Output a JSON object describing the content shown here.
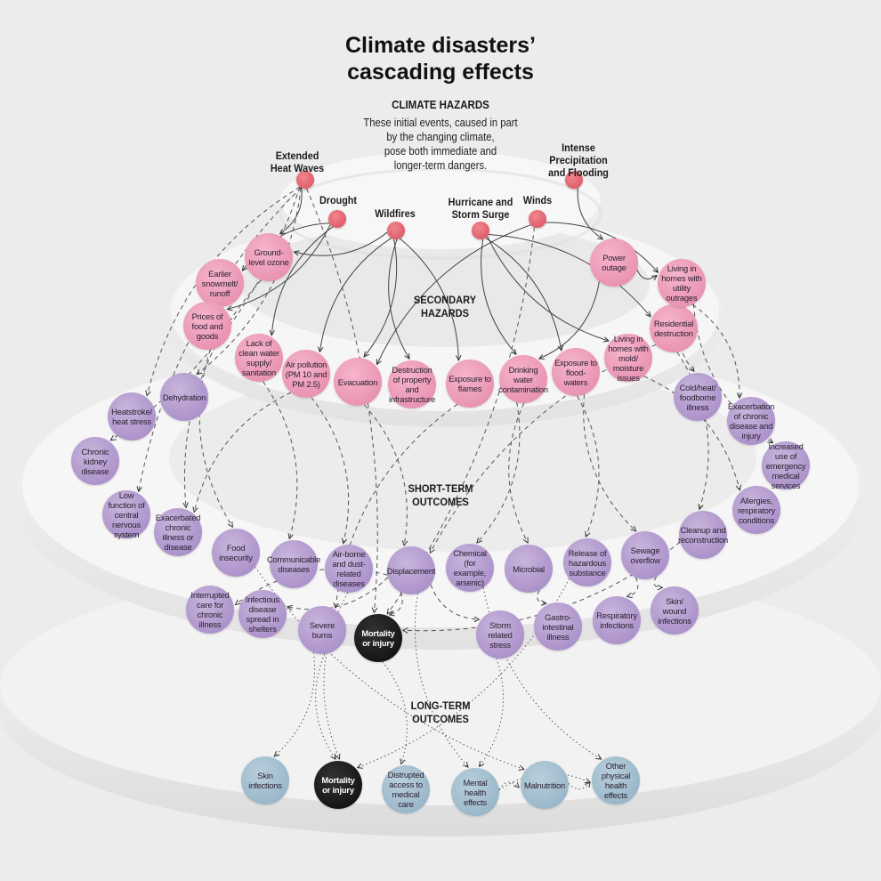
{
  "title": "Climate disasters’ cascading effects",
  "colors": {
    "background": "#ececec",
    "hazard": "#e05a66",
    "secondary": "#ea9ab7",
    "short_term": "#b39ad0",
    "long_term": "#a4bfd0",
    "mortality": "#111111"
  },
  "sections": {
    "climate_hazards": {
      "label": "CLIMATE HAZARDS",
      "description": [
        "These initial events, caused in part",
        "by the changing climate,",
        "pose both immediate and",
        "longer-term dangers."
      ]
    },
    "secondary_hazards": {
      "label": [
        "SECONDARY",
        "HAZARDS"
      ]
    },
    "short_term_outcomes": {
      "label": [
        "SHORT-TERM",
        "OUTCOMES"
      ]
    },
    "long_term_outcomes": {
      "label": [
        "LONG-TERM",
        "OUTCOMES"
      ]
    }
  },
  "hazards": [
    {
      "id": "heat",
      "label": [
        "Extended",
        "Heat Waves"
      ]
    },
    {
      "id": "drought",
      "label": [
        "Drought"
      ]
    },
    {
      "id": "wildfires",
      "label": [
        "Wildfires"
      ]
    },
    {
      "id": "hurricane",
      "label": [
        "Hurricane and",
        "Storm Surge"
      ]
    },
    {
      "id": "winds",
      "label": [
        "Winds"
      ]
    },
    {
      "id": "flood",
      "label": [
        "Intense",
        "Precipitation",
        "and Flooding"
      ]
    }
  ],
  "secondary_hazards": [
    {
      "id": "ozone",
      "label": "Ground-level ozone"
    },
    {
      "id": "snowmelt",
      "label": "Earlier snowmelt/ runoff"
    },
    {
      "id": "prices",
      "label": "Prices of food and goods"
    },
    {
      "id": "cleanwater",
      "label": "Lack of clean water supply/ sanitation"
    },
    {
      "id": "airpollution",
      "label": "Air pollution (PM 10 and PM 2.5)"
    },
    {
      "id": "evacuation",
      "label": "Evacuation"
    },
    {
      "id": "destruction",
      "label": "Destruction of property and infrastructure"
    },
    {
      "id": "flames",
      "label": "Exposure to flames"
    },
    {
      "id": "drinking",
      "label": "Drinking water contamination"
    },
    {
      "id": "floodwaters",
      "label": "Exposure to flood-waters"
    },
    {
      "id": "mold",
      "label": "Living in homes with mold/ moisture issues"
    },
    {
      "id": "residential",
      "label": "Residential destruction"
    },
    {
      "id": "utility",
      "label": "Living in homes with utility outrages"
    },
    {
      "id": "power",
      "label": "Power outage"
    }
  ],
  "short_term_outcomes": [
    {
      "id": "dehydration",
      "label": "Dehydration"
    },
    {
      "id": "heatstroke",
      "label": "Heatstroke/ heat stress"
    },
    {
      "id": "kidney",
      "label": "Chronic kidney disease"
    },
    {
      "id": "cns",
      "label": "Low function of central nervous system"
    },
    {
      "id": "exacerbated",
      "label": "Exacerbated chronic illness or disease"
    },
    {
      "id": "foodinsecurity",
      "label": "Food insecurity"
    },
    {
      "id": "communicable",
      "label": "Communicable diseases"
    },
    {
      "id": "airborne",
      "label": "Air-borne and dust-related diseases"
    },
    {
      "id": "displacement",
      "label": "Displacement"
    },
    {
      "id": "chemical",
      "label": "Chemical (for example, arsenic)"
    },
    {
      "id": "microbial",
      "label": "Microbial"
    },
    {
      "id": "hazardous",
      "label": "Release of hazardous substance"
    },
    {
      "id": "sewage",
      "label": "Sewage overflow"
    },
    {
      "id": "cleanup",
      "label": "Cleanup and reconstruction"
    },
    {
      "id": "allergies",
      "label": "Allergies, respiratory conditions"
    },
    {
      "id": "emergency",
      "label": "Increased use of emergency medical services"
    },
    {
      "id": "exacerbation",
      "label": "Exacerbation of chronic disease and injury"
    },
    {
      "id": "foodborne",
      "label": "Cold/heat/ foodborne illness"
    },
    {
      "id": "interrupted",
      "label": "Interrupted care for chronic illness"
    },
    {
      "id": "shelters",
      "label": "Infectious disease spread in shelters"
    },
    {
      "id": "burns",
      "label": "Severe burns"
    },
    {
      "id": "mortality_st",
      "label": "Mortality or injury"
    },
    {
      "id": "stress",
      "label": "Storm related stress"
    },
    {
      "id": "gastro",
      "label": "Gastro-intestinal illness"
    },
    {
      "id": "respiratory",
      "label": "Respiratory infections"
    },
    {
      "id": "skinwound",
      "label": "Skin/ wound infections"
    }
  ],
  "long_term_outcomes": [
    {
      "id": "skin",
      "label": "Skin infections"
    },
    {
      "id": "mortality_lt",
      "label": "Mortality or injury"
    },
    {
      "id": "medicalcare",
      "label": "Distrupted access to medical care"
    },
    {
      "id": "mental",
      "label": "Mental health effects"
    },
    {
      "id": "malnutrition",
      "label": "Malnutrition"
    },
    {
      "id": "otherphysical",
      "label": "Other physical health effects"
    }
  ],
  "links": [
    {
      "from": "heat",
      "to": "ozone",
      "style": "solid"
    },
    {
      "from": "drought",
      "to": "snowmelt",
      "style": "solid"
    },
    {
      "from": "drought",
      "to": "prices",
      "style": "solid"
    },
    {
      "from": "drought",
      "to": "cleanwater",
      "style": "solid"
    },
    {
      "from": "wildfires",
      "to": "ozone",
      "style": "solid"
    },
    {
      "from": "wildfires",
      "to": "airpollution",
      "style": "solid"
    },
    {
      "from": "wildfires",
      "to": "evacuation",
      "style": "solid"
    },
    {
      "from": "wildfires",
      "to": "destruction",
      "style": "solid"
    },
    {
      "from": "wildfires",
      "to": "flames",
      "style": "solid"
    },
    {
      "from": "hurricane",
      "to": "drinking",
      "style": "solid"
    },
    {
      "from": "hurricane",
      "to": "floodwaters",
      "style": "solid"
    },
    {
      "from": "hurricane",
      "to": "mold",
      "style": "solid"
    },
    {
      "from": "hurricane",
      "to": "residential",
      "style": "solid"
    },
    {
      "from": "winds",
      "to": "evacuation",
      "style": "solid"
    },
    {
      "from": "winds",
      "to": "utility",
      "style": "solid"
    },
    {
      "from": "flood",
      "to": "power",
      "style": "solid"
    },
    {
      "from": "power",
      "to": "drinking",
      "style": "solid"
    },
    {
      "from": "power",
      "to": "utility",
      "style": "solid"
    },
    {
      "from": "heat",
      "to": "dehydration",
      "style": "dashed"
    },
    {
      "from": "heat",
      "to": "heatstroke",
      "style": "dashed"
    },
    {
      "from": "heat",
      "to": "kidney",
      "style": "dashed"
    },
    {
      "from": "heat",
      "to": "cns",
      "style": "dashed"
    },
    {
      "from": "heat",
      "to": "mortality_st",
      "style": "dashed"
    },
    {
      "from": "prices",
      "to": "foodinsecurity",
      "style": "dashed"
    },
    {
      "from": "cleanwater",
      "to": "communicable",
      "style": "dashed"
    },
    {
      "from": "ozone",
      "to": "exacerbated",
      "style": "dashed"
    },
    {
      "from": "airpollution",
      "to": "airborne",
      "style": "dashed"
    },
    {
      "from": "airpollution",
      "to": "exacerbated",
      "style": "dashed"
    },
    {
      "from": "evacuation",
      "to": "displacement",
      "style": "dashed"
    },
    {
      "from": "flames",
      "to": "burns",
      "style": "dashed"
    },
    {
      "from": "drinking",
      "to": "chemical",
      "style": "dashed"
    },
    {
      "from": "drinking",
      "to": "microbial",
      "style": "dashed"
    },
    {
      "from": "floodwaters",
      "to": "hazardous",
      "style": "dashed"
    },
    {
      "from": "floodwaters",
      "to": "sewage",
      "style": "dashed"
    },
    {
      "from": "mold",
      "to": "allergies",
      "style": "dashed"
    },
    {
      "from": "residential",
      "to": "displacement",
      "style": "dashed"
    },
    {
      "from": "residential",
      "to": "cleanup",
      "style": "dashed"
    },
    {
      "from": "utility",
      "to": "foodborne",
      "style": "dashed"
    },
    {
      "from": "utility",
      "to": "exacerbation",
      "style": "dashed"
    },
    {
      "from": "utility",
      "to": "emergency",
      "style": "dashed"
    },
    {
      "from": "winds",
      "to": "mortality_st",
      "style": "dashed"
    },
    {
      "from": "displacement",
      "to": "interrupted",
      "style": "dashed"
    },
    {
      "from": "displacement",
      "to": "shelters",
      "style": "dashed"
    },
    {
      "from": "displacement",
      "to": "stress",
      "style": "dashed"
    },
    {
      "from": "displacement",
      "to": "mortality_st",
      "style": "dashed"
    },
    {
      "from": "microbial",
      "to": "gastro",
      "style": "dashed"
    },
    {
      "from": "sewage",
      "to": "respiratory",
      "style": "dashed"
    },
    {
      "from": "sewage",
      "to": "skinwound",
      "style": "dashed"
    },
    {
      "from": "cleanup",
      "to": "mortality_st",
      "style": "dashed"
    },
    {
      "from": "airborne",
      "to": "mortality_lt",
      "style": "dotted"
    },
    {
      "from": "burns",
      "to": "skin",
      "style": "dotted"
    },
    {
      "from": "burns",
      "to": "mortality_lt",
      "style": "dotted"
    },
    {
      "from": "mortality_st",
      "to": "medicalcare",
      "style": "dotted"
    },
    {
      "from": "displacement",
      "to": "mental",
      "style": "dotted"
    },
    {
      "from": "stress",
      "to": "mental",
      "style": "dotted"
    },
    {
      "from": "foodinsecurity",
      "to": "malnutrition",
      "style": "dotted"
    },
    {
      "from": "mental",
      "to": "malnutrition",
      "style": "dotted"
    },
    {
      "from": "malnutrition",
      "to": "otherphysical",
      "style": "dotted"
    },
    {
      "from": "mental",
      "to": "otherphysical",
      "style": "dotted"
    },
    {
      "from": "chemical",
      "to": "otherphysical",
      "style": "dotted"
    },
    {
      "from": "hazardous",
      "to": "mortality_lt",
      "style": "dotted"
    }
  ]
}
